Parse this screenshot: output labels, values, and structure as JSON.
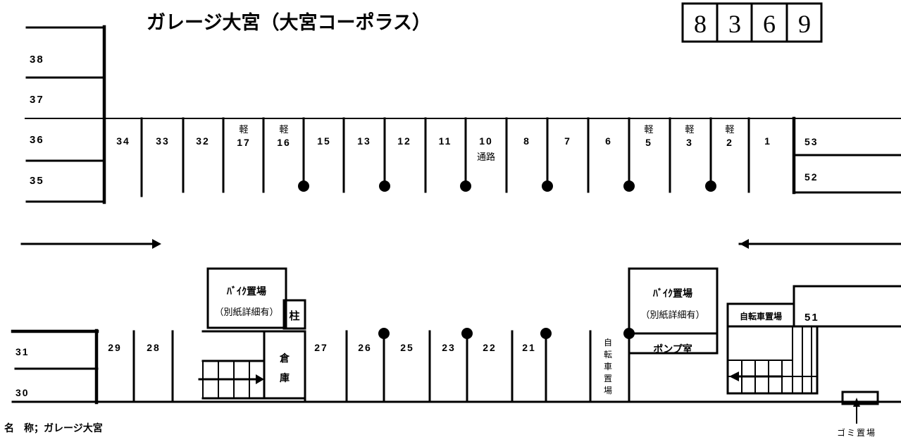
{
  "title": "ガレージ大宮（大宮コーポラス）",
  "caption": "名　称；ガレージ大宮",
  "code_boxes": [
    "8",
    "3",
    "6",
    "9"
  ],
  "left_block": {
    "stalls": [
      "38",
      "37",
      "36",
      "35"
    ]
  },
  "top_row": {
    "stalls": [
      {
        "label": "34",
        "kei": ""
      },
      {
        "label": "33",
        "kei": ""
      },
      {
        "label": "32",
        "kei": ""
      },
      {
        "label": "17",
        "kei": "軽"
      },
      {
        "label": "16",
        "kei": "軽"
      },
      {
        "label": "15",
        "kei": ""
      },
      {
        "label": "13",
        "kei": ""
      },
      {
        "label": "12",
        "kei": ""
      },
      {
        "label": "11",
        "kei": ""
      },
      {
        "label": "10",
        "kei": "",
        "sub": "通路"
      },
      {
        "label": "8",
        "kei": ""
      },
      {
        "label": "7",
        "kei": ""
      },
      {
        "label": "6",
        "kei": ""
      },
      {
        "label": "5",
        "kei": "軽"
      },
      {
        "label": "3",
        "kei": "軽"
      },
      {
        "label": "2",
        "kei": "軽"
      },
      {
        "label": "1",
        "kei": ""
      }
    ]
  },
  "right_block": {
    "stalls": [
      "53",
      "52"
    ]
  },
  "bottom_left_block": {
    "stalls": [
      "31",
      "30"
    ]
  },
  "bottom_row": {
    "stalls": [
      "29",
      "28",
      "27",
      "26",
      "25",
      "23",
      "22",
      "21"
    ]
  },
  "facilities": {
    "bike_parking_left": "ﾊﾞｲｸ置場",
    "bike_parking_left_note": "（別紙詳細有）",
    "pillar": "柱",
    "warehouse": "倉　庫",
    "bike_parking_right": "ﾊﾞｲｸ置場",
    "bike_parking_right_note": "（別紙詳細有）",
    "pump_room": "ポンプ室",
    "bicycle_parking_vertical": "自転車置場",
    "bicycle_parking_right": "自転車置場",
    "stall_51": "51",
    "trash_area": "ゴミ置場"
  },
  "arrows": {
    "left_direction": "right-arrow",
    "right_direction": "left-arrow",
    "stairs_left": "right-arrow",
    "stairs_right": "left-arrow",
    "trash_pointer": "up-arrow"
  },
  "colors": {
    "line": "#000000",
    "background": "#ffffff"
  }
}
